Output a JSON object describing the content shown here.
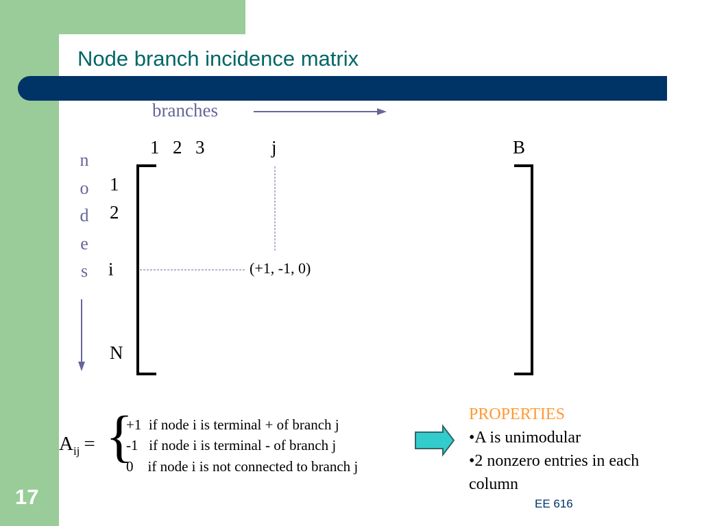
{
  "slide": {
    "title": "Node branch incidence matrix",
    "number": "17",
    "footer": "EE 616",
    "colors": {
      "accent_green": "#99cc99",
      "title_bar": "#003366",
      "title_text": "#006666",
      "label_purple": "#666699",
      "arrow_teal": "#33cccc",
      "properties_orange": "#ff9933"
    }
  },
  "matrix": {
    "branches_label": "branches",
    "branch_labels": [
      "1",
      "2",
      "3",
      "j",
      "B"
    ],
    "nodes_label": [
      "n",
      "o",
      "d",
      "e",
      "s"
    ],
    "node_labels": [
      "1",
      "2",
      "i",
      "N"
    ],
    "entry_values": "(+1, -1, 0)"
  },
  "formula": {
    "lhs": "A",
    "lhs_sub": "ij",
    "eq": "=",
    "cases": [
      "+1  if node i is terminal + of branch j",
      "-1   if node i is terminal - of branch j",
      "0    if node i is not connected to branch j"
    ]
  },
  "properties": {
    "title": "PROPERTIES",
    "items": [
      "•A is unimodular",
      "•2 nonzero entries in each column"
    ]
  }
}
